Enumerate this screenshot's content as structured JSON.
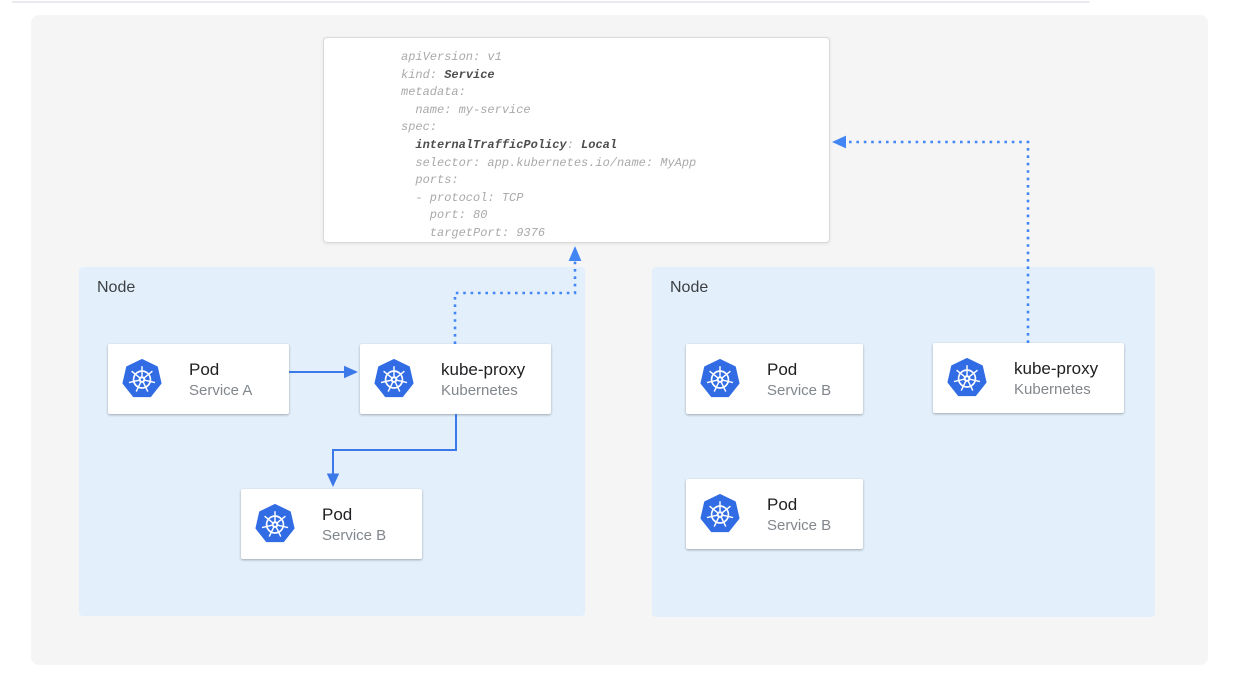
{
  "colors": {
    "canvas_bg": "#f5f5f6",
    "node_bg": "#e3f0fc",
    "card_bg": "#ffffff",
    "arrow_solid": "#3b78e8",
    "arrow_dotted": "#4285f4",
    "kubernetes_blue": "#326ce5",
    "code_regular": "#a9a9a9",
    "code_bold": "#4d4d4d"
  },
  "code_card": {
    "l1": "apiVersion: v1",
    "l2a": "kind: ",
    "l2b": "Service",
    "l3": "metadata:",
    "l4": "  name: my-service",
    "l5": "spec:",
    "l6a": "  ",
    "l6b": "internalTrafficPolicy",
    "l6c": ": ",
    "l6d": "Local",
    "l7": "  selector: app.kubernetes.io/name: MyApp",
    "l8": "  ports:",
    "l9": "  - protocol: TCP",
    "l10": "    port: 80",
    "l11": "    targetPort: 9376"
  },
  "left_node": {
    "label": "Node",
    "pod_a": {
      "title": "Pod",
      "subtitle": "Service A"
    },
    "kube_proxy": {
      "title": "kube-proxy",
      "subtitle": "Kubernetes"
    },
    "pod_b": {
      "title": "Pod",
      "subtitle": "Service B"
    }
  },
  "right_node": {
    "label": "Node",
    "pod_b_top": {
      "title": "Pod",
      "subtitle": "Service B"
    },
    "kube_proxy": {
      "title": "kube-proxy",
      "subtitle": "Kubernetes"
    },
    "pod_b_bottom": {
      "title": "Pod",
      "subtitle": "Service B"
    }
  }
}
